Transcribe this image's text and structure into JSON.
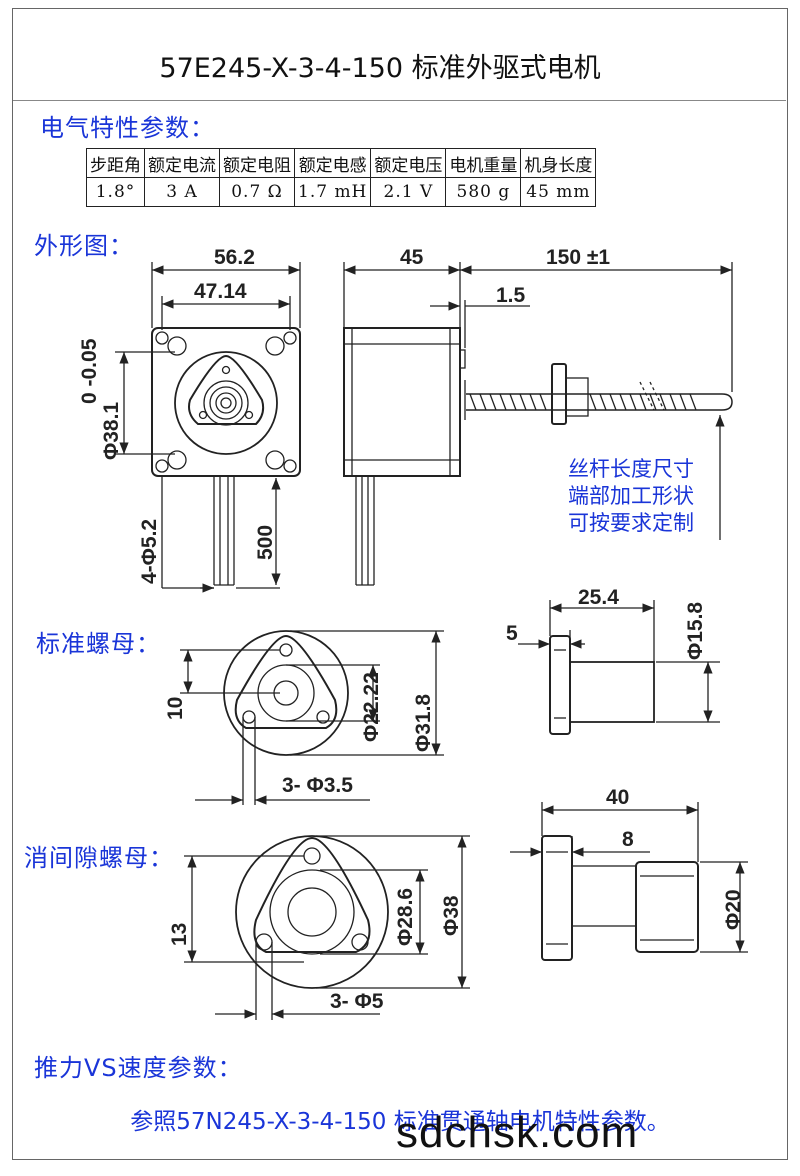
{
  "title": "57E245-X-3-4-150 标准外驱式电机",
  "sections": {
    "electrical": "电气特性参数：",
    "outline": "外形图：",
    "standard_nut": "标准螺母：",
    "antibacklash_nut": "消间隙螺母：",
    "thrust": "推力VS速度参数："
  },
  "spec_table": {
    "headers": [
      "步距角",
      "额定电流",
      "额定电阻",
      "额定电感",
      "额定电压",
      "电机重量",
      "机身长度"
    ],
    "values": [
      "1.8°",
      "3 A",
      "0.7 Ω",
      "1.7 mH",
      "2.1 V",
      "580 g",
      "45 mm"
    ]
  },
  "outline_dims": {
    "width": "56.2",
    "hole_pitch": "47.14",
    "pilot": "Φ38.1",
    "pilot_tol": "0 -0.05",
    "holes": "4-Φ5.2",
    "lead_length": "500",
    "body_length": "45",
    "screw_length": "150 ±1",
    "shoulder": "1.5"
  },
  "note_lines": [
    "丝杆长度尺寸",
    "端部加工形状",
    "可按要求定制"
  ],
  "std_nut_dims": {
    "height": "10",
    "inner": "Φ22.22",
    "outer": "Φ31.8",
    "holes": "3- Φ3.5",
    "length": "25.4",
    "flange": "5",
    "body_dia": "Φ15.8"
  },
  "ab_nut_dims": {
    "height": "13",
    "inner": "Φ28.6",
    "outer": "Φ38",
    "holes": "3- Φ5",
    "length": "40",
    "flange": "8",
    "body_dia": "Φ20"
  },
  "footer": "参照57N245-X-3-4-150 标准贯通轴电机特性参数。",
  "watermark": "sdchsk.com",
  "colors": {
    "accent_blue": "#1a35d8",
    "line": "#222222"
  }
}
